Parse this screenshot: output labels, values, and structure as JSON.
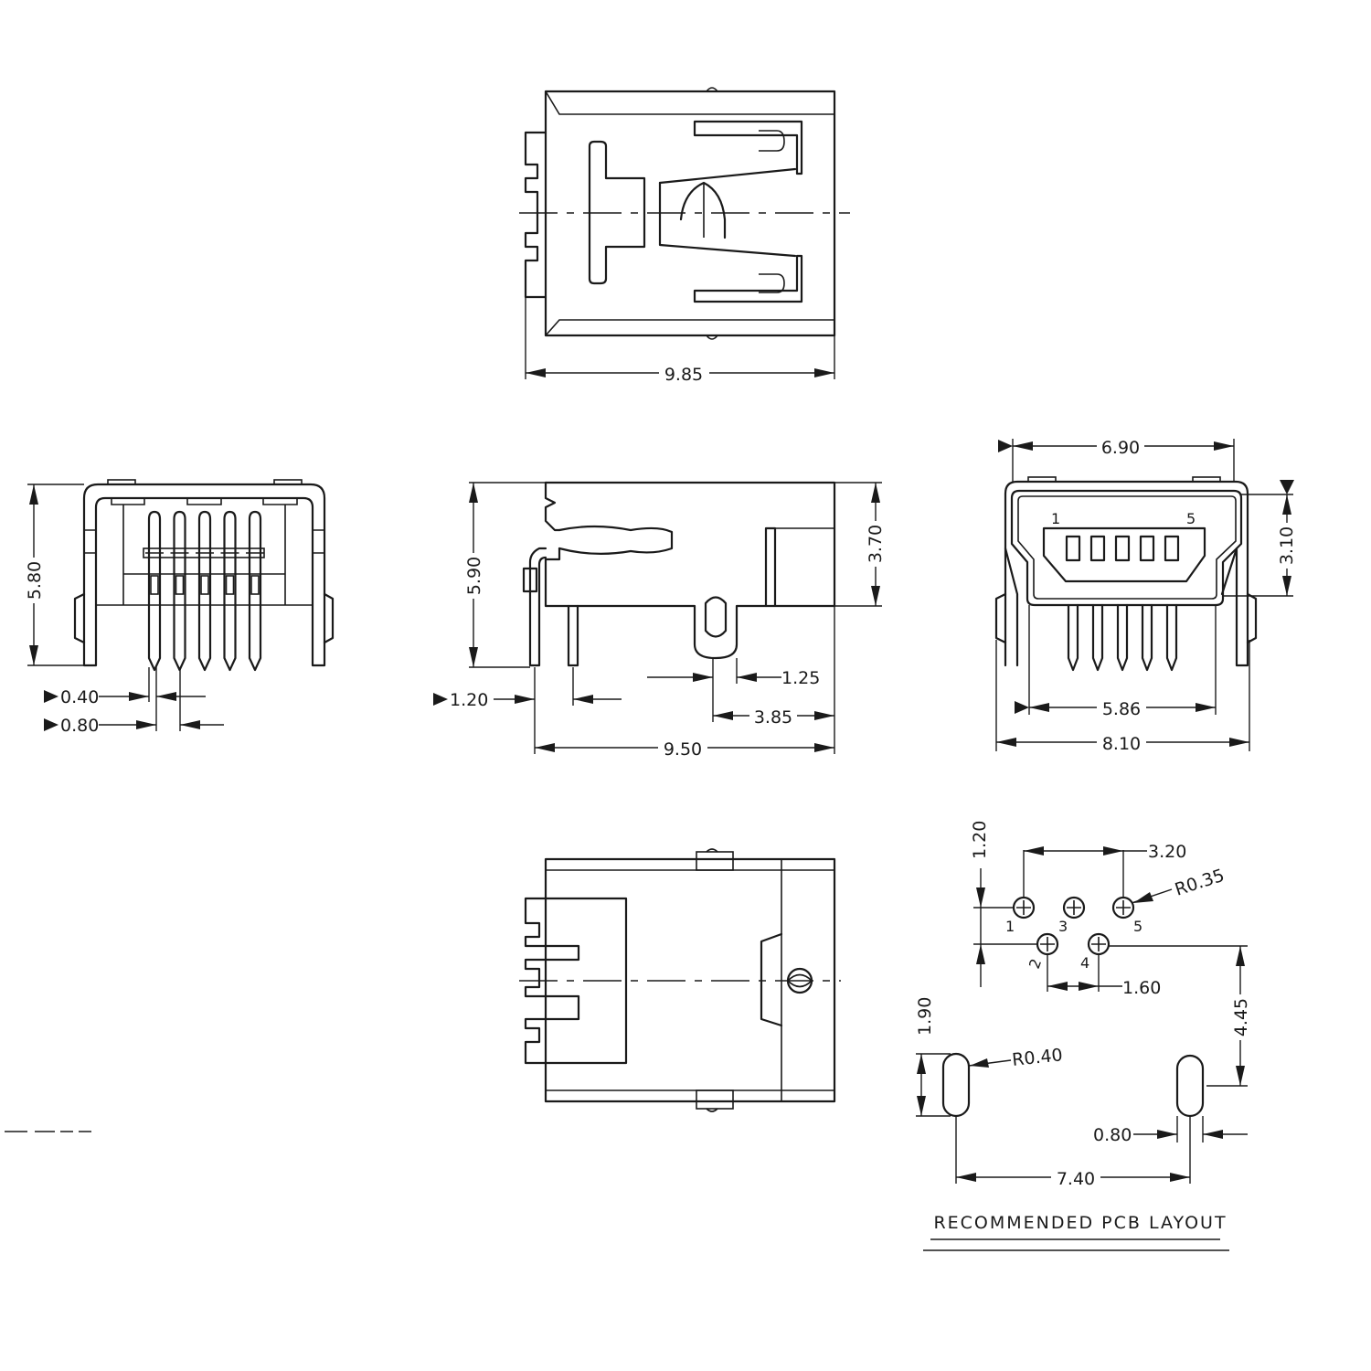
{
  "dimensions": {
    "top_width": "9.85",
    "front_height": "5.80",
    "pin_width": "0.40",
    "pin_pitch": "0.80",
    "side_height": "5.90",
    "side_upper": "3.70",
    "side_pin": "1.20",
    "side_slot": "1.25",
    "side_post": "3.85",
    "side_length": "9.50",
    "end_top": "6.90",
    "end_opening": "3.10",
    "end_inner": "5.86",
    "end_width": "8.10"
  },
  "end_pins": {
    "first": "1",
    "last": "5"
  },
  "pcb": {
    "pin_row_offset": "1.20",
    "pin_span": "3.20",
    "pad_radius": "R0.35",
    "pin_labels": [
      "1",
      "3",
      "5",
      "2",
      "4"
    ],
    "pin_gap": "1.60",
    "pad_height": "1.90",
    "slot_radius": "R0.40",
    "slot_offset": "4.45",
    "slot_width": "0.80",
    "slot_span": "7.40",
    "caption": "RECOMMENDED PCB LAYOUT"
  }
}
